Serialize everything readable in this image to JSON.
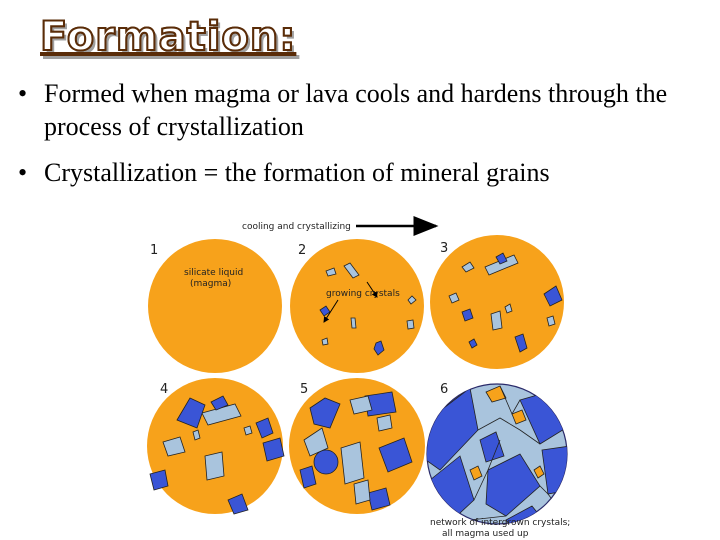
{
  "title": "Formation:",
  "bullets": [
    "Formed when magma or lava cools and hardens through the process of crystallization",
    "Crystallization = the formation of mineral grains"
  ],
  "figure": {
    "arrow_label": "cooling and crystallizing",
    "stages": [
      "1",
      "2",
      "3",
      "4",
      "5",
      "6"
    ],
    "stage1_label": "silicate liquid\n(magma)",
    "stage2_label": "growing crystals",
    "stage6_label": "network of intergrown crystals;\nall magma used up"
  },
  "colors": {
    "magma": "#f7a21b",
    "crystal_blue": "#3a55d6",
    "crystal_light": "#a9c4dd",
    "title_outline": "#5a2c08"
  }
}
